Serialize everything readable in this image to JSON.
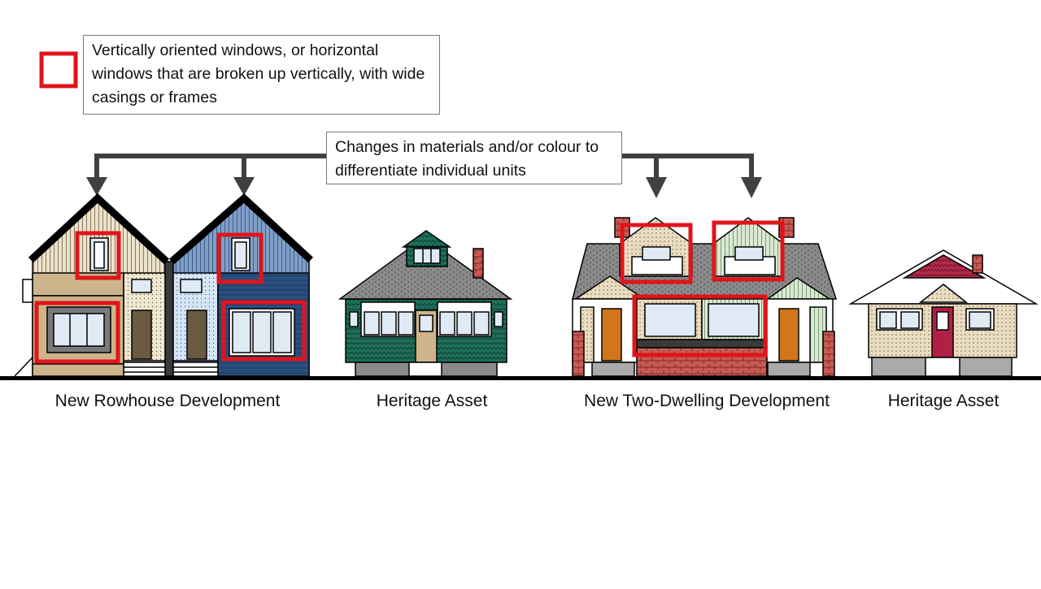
{
  "legend": {
    "text": "Vertically oriented windows, or horizontal windows that are broken up vertically, with wide casings or frames",
    "swatch_color": "#e0141b",
    "swatch_icon": "red-square-outline-icon"
  },
  "materials_callout": {
    "text": "Changes in materials and/or colour to differentiate individual units",
    "arrow_color": "#404040"
  },
  "captions": {
    "rowhouse": "New Rowhouse Development",
    "heritage_1": "Heritage Asset",
    "two_dwelling": "New Two-Dwelling Development",
    "heritage_2": "Heritage Asset"
  },
  "colors": {
    "highlight": "#e0141b",
    "outline": "#000000",
    "roof_grey": "#8a8a8a",
    "roof_pink": "#b22a4a",
    "siding_tan": "#cdb48a",
    "siding_beige": "#ece2cc",
    "siding_blue": "#7f9fc9",
    "siding_navy": "#2a4e7e",
    "siding_green": "#1f6f5a",
    "siding_cream": "#efe7d0",
    "brick": "#c85a54",
    "door_orange": "#d1761a",
    "door_crimson": "#b21f45",
    "glass": "#dfeaf5"
  }
}
